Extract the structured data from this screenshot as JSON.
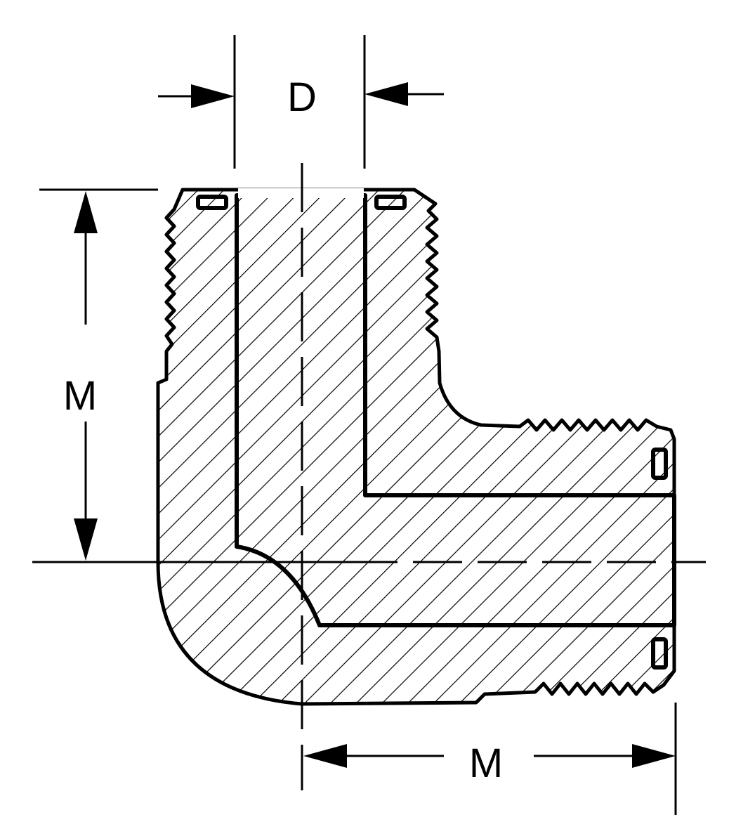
{
  "figure": {
    "labels": {
      "bore_diameter": "D",
      "vertical_leg_length": "M",
      "horizontal_leg_length": "M"
    },
    "colors": {
      "ink": "#000000",
      "paper": "#ffffff"
    }
  }
}
